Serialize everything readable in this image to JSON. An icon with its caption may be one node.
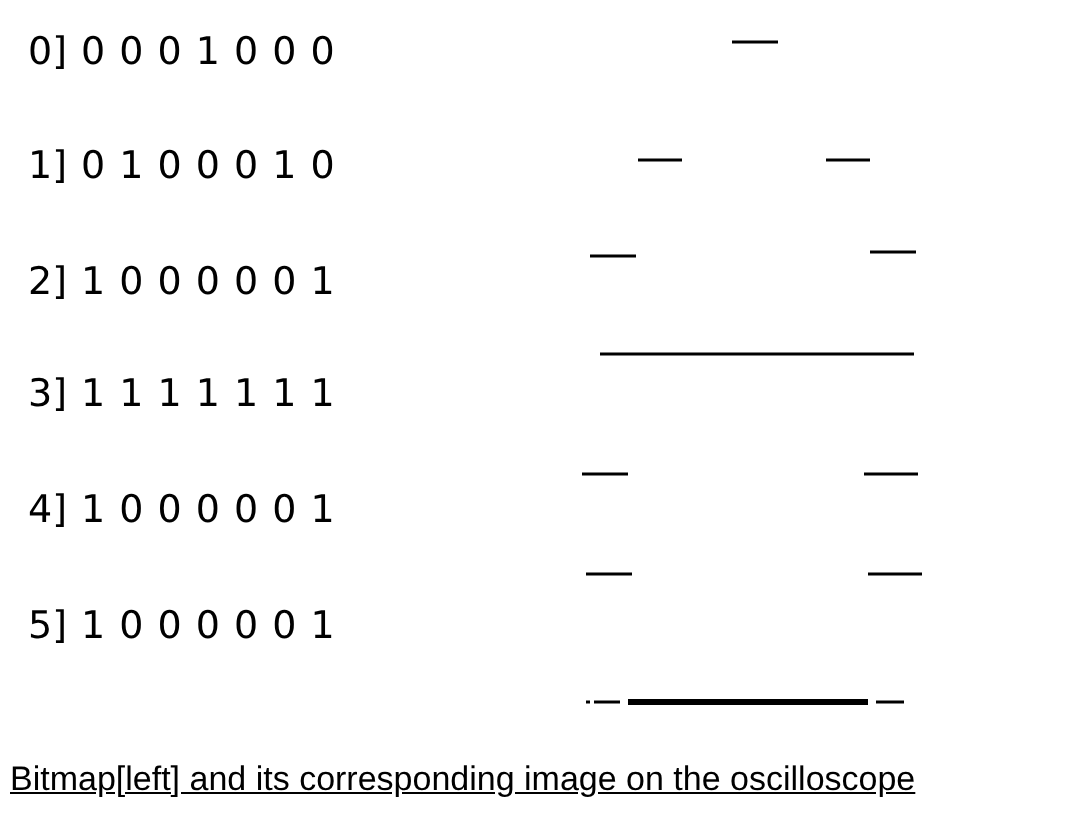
{
  "diagram": {
    "caption": "Bitmap[left] and its corresponding image on the oscilloscope",
    "labels": [
      "0] 0 0 0 1 0 0 0",
      "1] 0 1 0 0 0 1 0",
      "2] 1 0 0 0 0 0 1",
      "3] 1 1 1 1 1 1 1",
      "4] 1 0 0 0 0 0 1",
      "5] 1 0 0 0 0 0 1"
    ]
  }
}
